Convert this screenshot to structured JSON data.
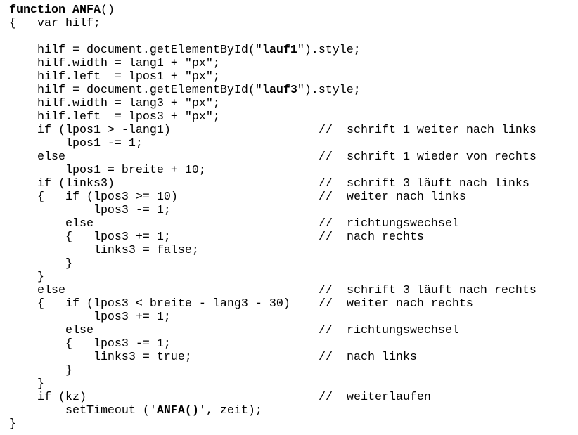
{
  "lines": [
    {
      "code": [
        {
          "t": "function ANFA",
          "b": true
        },
        {
          "t": "()"
        }
      ]
    },
    {
      "code": [
        {
          "t": "{   var hilf;"
        }
      ]
    },
    {
      "code": [
        {
          "t": ""
        }
      ]
    },
    {
      "code": [
        {
          "t": "    hilf = document.getElementById(\""
        },
        {
          "t": "lauf1",
          "b": true
        },
        {
          "t": "\").style;"
        }
      ]
    },
    {
      "code": [
        {
          "t": "    hilf.width = lang1 + \"px\";"
        }
      ]
    },
    {
      "code": [
        {
          "t": "    hilf.left  = lpos1 + \"px\";"
        }
      ]
    },
    {
      "code": [
        {
          "t": "    hilf = document.getElementById(\""
        },
        {
          "t": "lauf3",
          "b": true
        },
        {
          "t": "\").style;"
        }
      ]
    },
    {
      "code": [
        {
          "t": "    hilf.width = lang3 + \"px\";"
        }
      ]
    },
    {
      "code": [
        {
          "t": "    hilf.left  = lpos3 + \"px\";"
        }
      ]
    },
    {
      "code": [
        {
          "t": "    if (lpos1 > -lang1)"
        }
      ],
      "comment": "//  schrift 1 weiter nach links"
    },
    {
      "code": [
        {
          "t": "        lpos1 -= 1;"
        }
      ]
    },
    {
      "code": [
        {
          "t": "    else"
        }
      ],
      "comment": "//  schrift 1 wieder von rechts"
    },
    {
      "code": [
        {
          "t": "        lpos1 = breite + 10;"
        }
      ]
    },
    {
      "code": [
        {
          "t": "    if (links3)"
        }
      ],
      "comment": "//  schrift 3 läuft nach links"
    },
    {
      "code": [
        {
          "t": "    {   if (lpos3 >= 10)"
        }
      ],
      "comment": "//  weiter nach links"
    },
    {
      "code": [
        {
          "t": "            lpos3 -= 1;"
        }
      ]
    },
    {
      "code": [
        {
          "t": "        else"
        }
      ],
      "comment": "//  richtungswechsel"
    },
    {
      "code": [
        {
          "t": "        {   lpos3 += 1;"
        }
      ],
      "comment": "//  nach rechts"
    },
    {
      "code": [
        {
          "t": "            links3 = false;"
        }
      ]
    },
    {
      "code": [
        {
          "t": "        }"
        }
      ]
    },
    {
      "code": [
        {
          "t": "    }"
        }
      ]
    },
    {
      "code": [
        {
          "t": "    else"
        }
      ],
      "comment": "//  schrift 3 läuft nach rechts"
    },
    {
      "code": [
        {
          "t": "    {   if (lpos3 < breite - lang3 - 30)"
        }
      ],
      "comment": "//  weiter nach rechts"
    },
    {
      "code": [
        {
          "t": "            lpos3 += 1;"
        }
      ]
    },
    {
      "code": [
        {
          "t": "        else"
        }
      ],
      "comment": "//  richtungswechsel"
    },
    {
      "code": [
        {
          "t": "        {   lpos3 -= 1;"
        }
      ]
    },
    {
      "code": [
        {
          "t": "            links3 = true;"
        }
      ],
      "comment": "//  nach links"
    },
    {
      "code": [
        {
          "t": "        }"
        }
      ]
    },
    {
      "code": [
        {
          "t": "    }"
        }
      ]
    },
    {
      "code": [
        {
          "t": "    if (kz)"
        }
      ],
      "comment": "//  weiterlaufen"
    },
    {
      "code": [
        {
          "t": "        setTimeout ('"
        },
        {
          "t": "ANFA()",
          "b": true
        },
        {
          "t": "', zeit);"
        }
      ]
    },
    {
      "code": [
        {
          "t": "}"
        }
      ]
    }
  ]
}
